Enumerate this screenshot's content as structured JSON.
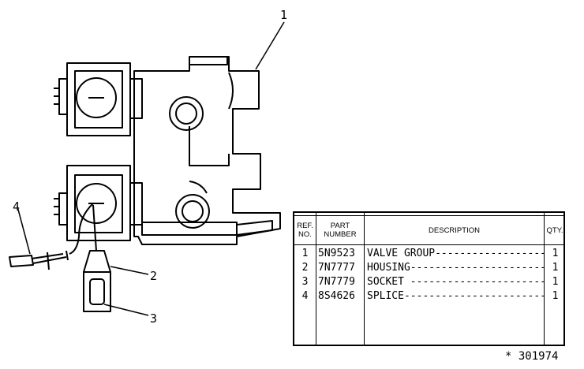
{
  "callouts": [
    "1",
    "2",
    "3",
    "4"
  ],
  "table": {
    "headers": {
      "ref_line1": "REF.",
      "ref_line2": "NO.",
      "part_line1": "PART",
      "part_line2": "NUMBER",
      "description": "DESCRIPTION",
      "qty": "QTY."
    },
    "rows": [
      {
        "ref": "1",
        "part": "5N9523",
        "description": "VALVE GROUP----------------------------",
        "qty": "1"
      },
      {
        "ref": "2",
        "part": "7N7777",
        "description": "HOUSING--------------------------------",
        "qty": "1"
      },
      {
        "ref": "3",
        "part": "7N7779",
        "description": "SOCKET ---------------------------------",
        "qty": "1"
      },
      {
        "ref": "4",
        "part": "8S4626",
        "description": "SPLICE---------------------------------",
        "qty": "1"
      }
    ]
  },
  "drawing_number": "* 301974"
}
